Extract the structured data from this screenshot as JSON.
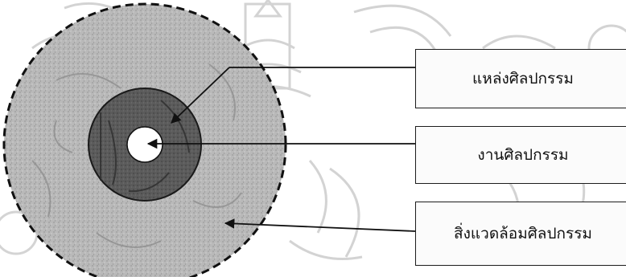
{
  "diagram": {
    "labels": {
      "art_source": "แหล่งศิลปกรรม",
      "artwork": "งานศิลปกรรม",
      "art_environment": "สิ่งแวดล้อมศิลปกรรม"
    },
    "colors": {
      "outer_ring": "#b8b8b8",
      "middle_ring": "#5e5e5e",
      "inner_core": "#ffffff",
      "watermark": "#c9c9c9",
      "lines": "#111111"
    }
  }
}
